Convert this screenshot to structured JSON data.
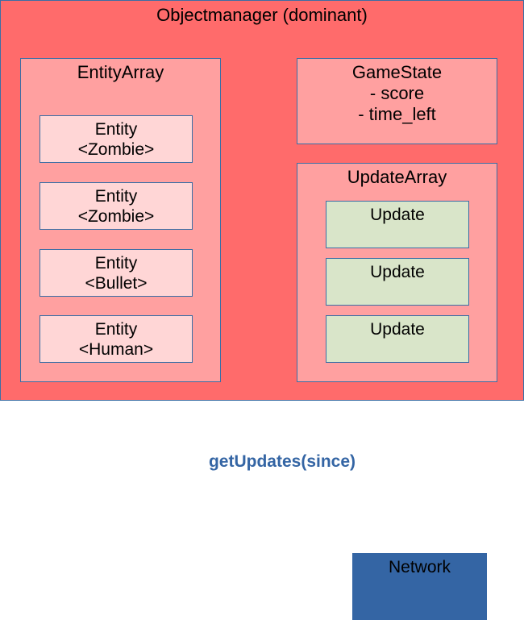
{
  "colors": {
    "objectmanager_fill": "#ff6b6b",
    "container_fill": "#ffa0a0",
    "entity_fill": "#ffd6d6",
    "update_fill": "#d9e5c9",
    "network_fill": "#3465a4",
    "arrow_label_color": "#3465a4",
    "border": "#3a6ea5"
  },
  "objectmanager": {
    "title": "Objectmanager (dominant)"
  },
  "entity_array": {
    "title": "EntityArray",
    "entities": [
      {
        "label": "Entity\n<Zombie>"
      },
      {
        "label": "Entity\n<Zombie>"
      },
      {
        "label": "Entity\n<Bullet>"
      },
      {
        "label": "Entity\n<Human>"
      }
    ]
  },
  "gamestate": {
    "title": "GameState\n- score\n- time_left"
  },
  "update_array": {
    "title": "UpdateArray",
    "updates": [
      {
        "label": "Update"
      },
      {
        "label": "Update"
      },
      {
        "label": "Update"
      }
    ]
  },
  "connection_label": "getUpdates(since)",
  "network": {
    "label": "Network"
  }
}
